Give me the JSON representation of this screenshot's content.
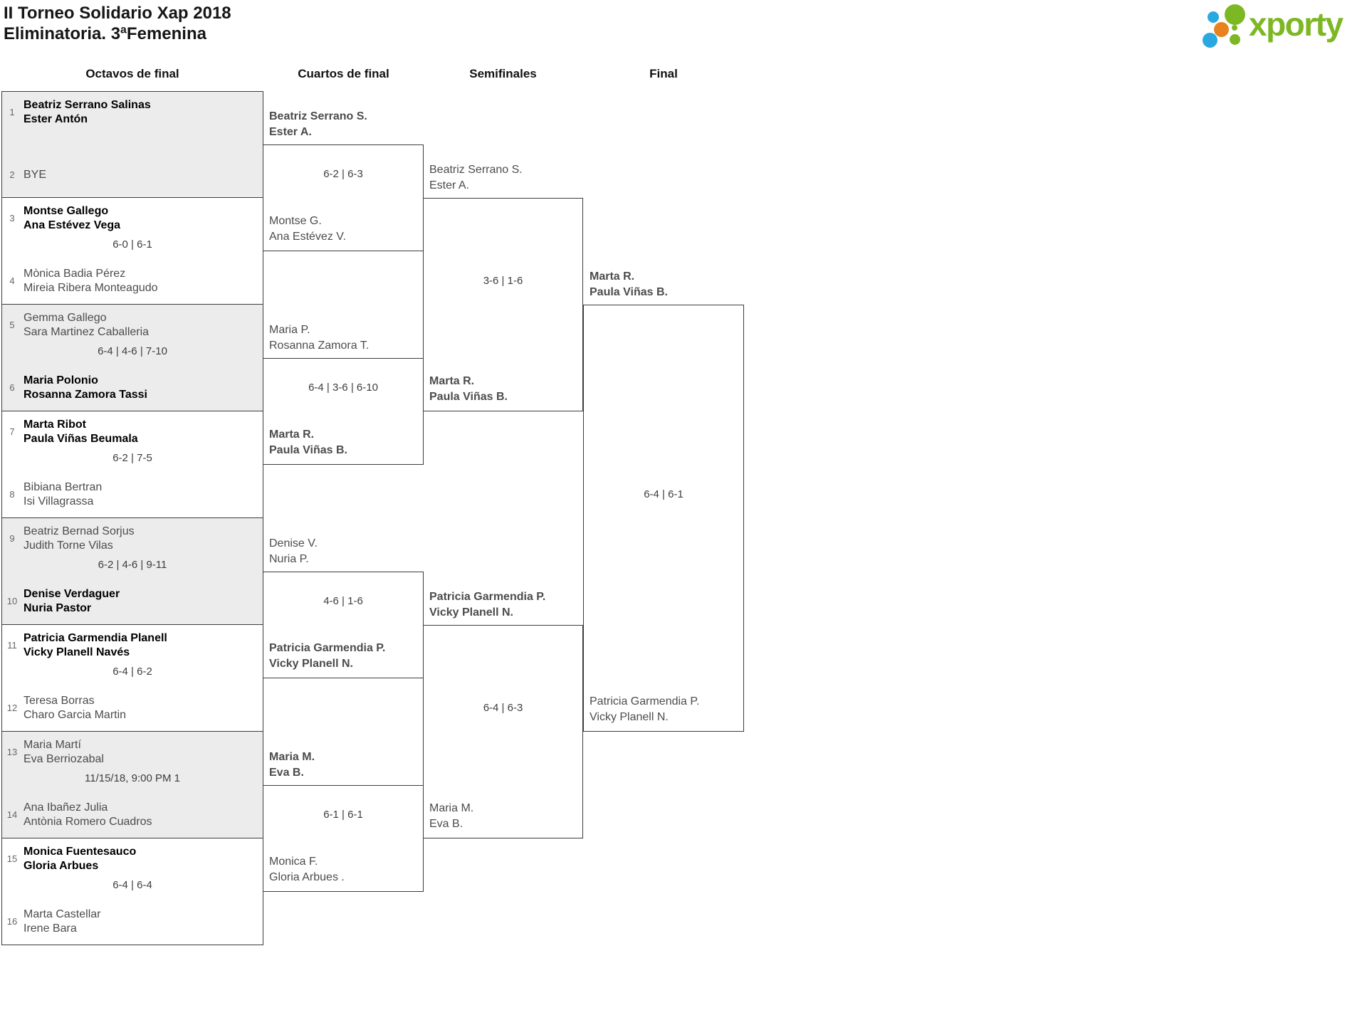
{
  "header": {
    "title_line1": "II Torneo Solidario Xap 2018",
    "title_line2": "Eliminatoria. 3ªFemenina"
  },
  "logo": {
    "brand": "xporty",
    "colors": {
      "green": "#7db724",
      "blue": "#29a9e0",
      "orange": "#e8821e"
    }
  },
  "round_headers": [
    "Octavos de final",
    "Cuartos de final",
    "Semifinales",
    "Final"
  ],
  "theme": {
    "match_alt_bg": "#ececec",
    "border": "#3c3c3c",
    "winner_text": "#000000",
    "loser_text": "#4c4c4c"
  },
  "octavos": [
    {
      "seed1": "1",
      "team1": [
        "Beatriz Serrano Salinas",
        "Ester Antón"
      ],
      "w1": true,
      "score": "",
      "seed2": "2",
      "team2": [
        "BYE"
      ],
      "w2": false
    },
    {
      "seed1": "3",
      "team1": [
        "Montse Gallego",
        "Ana Estévez Vega"
      ],
      "w1": true,
      "score": "6-0 | 6-1",
      "seed2": "4",
      "team2": [
        "Mònica Badia Pérez",
        "Mireia Ribera Monteagudo"
      ],
      "w2": false
    },
    {
      "seed1": "5",
      "team1": [
        "Gemma Gallego",
        "Sara Martinez Caballeria"
      ],
      "w1": false,
      "score": "6-4 | 4-6 | 7-10",
      "seed2": "6",
      "team2": [
        "Maria Polonio",
        "Rosanna Zamora Tassi"
      ],
      "w2": true
    },
    {
      "seed1": "7",
      "team1": [
        "Marta Ribot",
        "Paula Viñas Beumala"
      ],
      "w1": true,
      "score": "6-2 | 7-5",
      "seed2": "8",
      "team2": [
        "Bibiana Bertran",
        "Isi Villagrassa"
      ],
      "w2": false
    },
    {
      "seed1": "9",
      "team1": [
        "Beatriz Bernad Sorjus",
        "Judith Torne Vilas"
      ],
      "w1": false,
      "score": "6-2 | 4-6 | 9-11",
      "seed2": "10",
      "team2": [
        "Denise Verdaguer",
        "Nuria Pastor"
      ],
      "w2": true
    },
    {
      "seed1": "11",
      "team1": [
        "Patricia Garmendia Planell",
        "Vicky Planell Navés"
      ],
      "w1": true,
      "score": "6-4 | 6-2",
      "seed2": "12",
      "team2": [
        "Teresa Borras",
        "Charo Garcia Martin"
      ],
      "w2": false
    },
    {
      "seed1": "13",
      "team1": [
        "Maria Martí",
        "Eva Berriozabal"
      ],
      "w1": false,
      "score": "11/15/18, 9:00 PM 1",
      "seed2": "14",
      "team2": [
        "Ana Ibañez Julia",
        "Antònia Romero Cuadros"
      ],
      "w2": false
    },
    {
      "seed1": "15",
      "team1": [
        "Monica Fuentesauco",
        "Gloria Arbues"
      ],
      "w1": true,
      "score": "6-4 | 6-4",
      "seed2": "16",
      "team2": [
        "Marta Castellar",
        "Irene Bara"
      ],
      "w2": false
    }
  ],
  "cuartos": [
    {
      "top": [
        "Beatriz Serrano S.",
        "Ester A."
      ],
      "w_top": true,
      "score": "6-2 | 6-3",
      "bottom": [
        "Montse G.",
        "Ana Estévez V."
      ],
      "w_bottom": false
    },
    {
      "top": [
        "Maria P.",
        "Rosanna Zamora T."
      ],
      "w_top": false,
      "score": "6-4 | 3-6 | 6-10",
      "bottom": [
        "Marta R.",
        "Paula Viñas B."
      ],
      "w_bottom": true
    },
    {
      "top": [
        "Denise V.",
        "Nuria P."
      ],
      "w_top": false,
      "score": "4-6 | 1-6",
      "bottom": [
        "Patricia Garmendia P.",
        "Vicky Planell N."
      ],
      "w_bottom": true
    },
    {
      "top": [
        "Maria M.",
        "Eva B."
      ],
      "w_top": true,
      "score": "6-1 | 6-1",
      "bottom": [
        "Monica F.",
        "Gloria Arbues ."
      ],
      "w_bottom": false
    }
  ],
  "semifinales": [
    {
      "top": [
        "Beatriz Serrano S.",
        "Ester A."
      ],
      "w_top": false,
      "score": "3-6 | 1-6",
      "bottom": [
        "Marta R.",
        "Paula Viñas B."
      ],
      "w_bottom": true
    },
    {
      "top": [
        "Patricia Garmendia P.",
        "Vicky Planell N."
      ],
      "w_top": true,
      "score": "6-4 | 6-3",
      "bottom": [
        "Maria M.",
        "Eva B."
      ],
      "w_bottom": false
    }
  ],
  "final": {
    "top": [
      "Marta R.",
      "Paula Viñas B."
    ],
    "w_top": true,
    "score": "6-4 | 6-1",
    "bottom": [
      "Patricia Garmendia P.",
      "Vicky Planell N."
    ],
    "w_bottom": false
  }
}
